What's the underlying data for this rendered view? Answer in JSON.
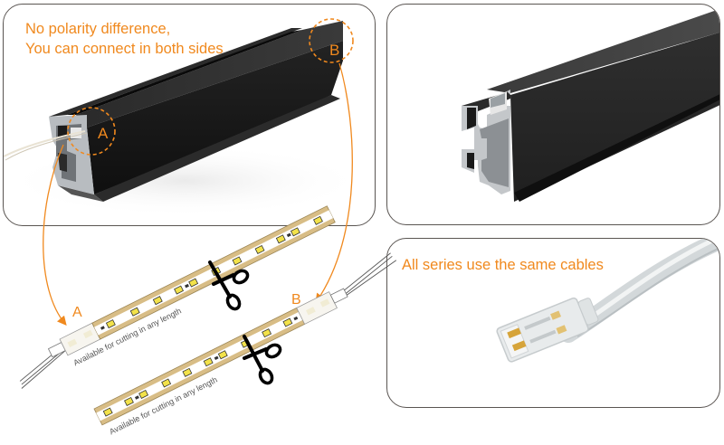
{
  "panels": {
    "profile_with_cable": {
      "caption_line1": "No polarity difference,",
      "caption_line2": "You can connect in both sides",
      "marker_a": "A",
      "marker_b": "B"
    },
    "profile_end_view": {},
    "cable_connector": {
      "caption": "All series use the same cables"
    }
  },
  "strips": [
    {
      "end_label": "A",
      "cut_text": "Available for cutting in any length",
      "icon": "scissors-icon"
    },
    {
      "end_label": "B",
      "cut_text": "Available for cutting in any length",
      "icon": "scissors-icon"
    }
  ],
  "colors": {
    "accent": "#f0891e",
    "border": "#5a5552",
    "profile_dark": "#1e1e1e",
    "strip_gold": "#d8bd86",
    "led_yellow": "#f2e24a"
  }
}
